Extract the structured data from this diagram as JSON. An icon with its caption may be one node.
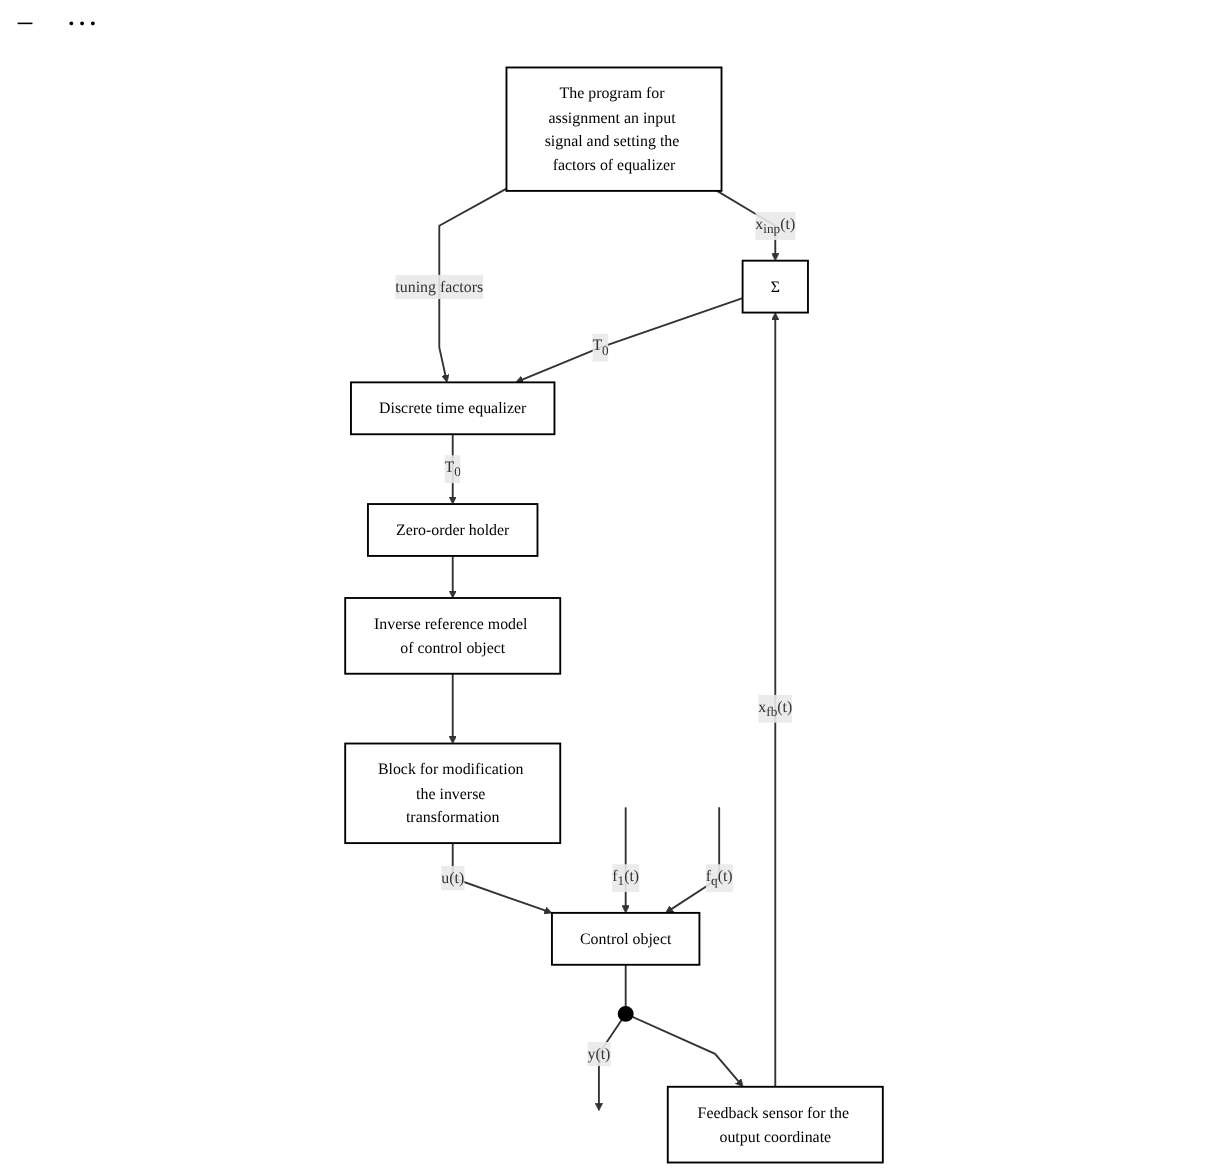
{
  "diagram": {
    "nodes": [
      {
        "text": [
          "The program for assignment an input signal and setting the factors of equalizer"
        ]
      },
      {
        "text": [
          "Σ"
        ]
      },
      {
        "text": [
          "Discrete time equalizer"
        ]
      },
      {
        "text": [
          "Zero-order holder"
        ]
      },
      {
        "text": [
          "Inverse reference model of control object"
        ]
      },
      {
        "text": [
          "Block for modification the inverse transformation"
        ]
      },
      {
        "text": [
          "Control object"
        ]
      },
      {
        "text": [],
        "shape": "circle"
      },
      {
        "text": [
          "Feedback sensor for the output coordinate"
        ]
      }
    ],
    "edges": [
      {
        "from": 0,
        "to": 1,
        "arrow": "to",
        "label": "x$_{inp}$(t)"
      },
      {
        "from": 0,
        "to": 2,
        "arrow": "to",
        "label": "tuning factors"
      },
      {
        "from": 1,
        "to": 2,
        "arrow": "to",
        "label": "T$_{0}$"
      },
      {
        "from": 2,
        "to": 3,
        "arrow": "to",
        "label": "T$_{0}$"
      },
      {
        "from": 3,
        "to": 4,
        "arrow": "to"
      },
      {
        "from": 4,
        "to": 5,
        "arrow": "to"
      },
      {
        "from": 5,
        "to": 6,
        "arrow": "to",
        "label": "u(t)"
      },
      {
        "from": null,
        "to": 6,
        "arrow": "to",
        "label": "f$_{1}$(t)"
      },
      {
        "from": null,
        "to": 6,
        "arrow": "to",
        "label": "f$_{q}$(t)"
      },
      {
        "from": 6,
        "to": 7,
        "arrow": "none"
      },
      {
        "from": 7,
        "to": null,
        "arrow": "to",
        "label": "y(t)"
      },
      {
        "from": 7,
        "to": 8,
        "arrow": "to"
      },
      {
        "from": 8,
        "to": 1,
        "arrow": "to",
        "label": "x$_{fb}$(t)"
      }
    ],
    "labels": [
      "−",
      "···"
    ]
  }
}
